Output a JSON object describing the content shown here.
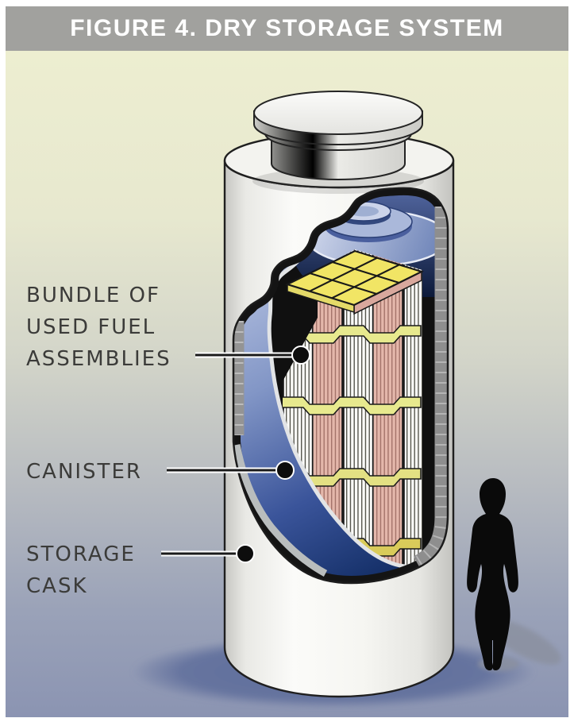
{
  "figure": {
    "title": "FIGURE 4. DRY STORAGE SYSTEM"
  },
  "labels": {
    "bundle_line1": "BUNDLE OF",
    "bundle_line2": "USED FUEL",
    "bundle_line3": "ASSEMBLIES",
    "canister": "CANISTER",
    "cask_line1": "STORAGE",
    "cask_line2": "CASK"
  },
  "scene": {
    "components": [
      "storage-cask-with-lid",
      "cutaway-opening",
      "canister",
      "bundle-of-used-fuel-assemblies",
      "human-figure-for-scale"
    ]
  },
  "colors": {
    "title_bar": "#a1a19e",
    "title_text": "#ffffff",
    "label_text": "#3b3b39",
    "background_top": "#edeed0",
    "background_bottom": "#8b94b2",
    "cask_white": "#f7f7f3",
    "canister_blue_light": "#c3cde8",
    "canister_blue_dark": "#132e66",
    "fuel_pink": "#e4b7ab",
    "fuel_yellow_top": "#f1e565",
    "spacer_band_yellow": "#e7e98e",
    "cut_edge_gray": "#8e8e8e",
    "silhouette_black": "#0a0a0a"
  }
}
